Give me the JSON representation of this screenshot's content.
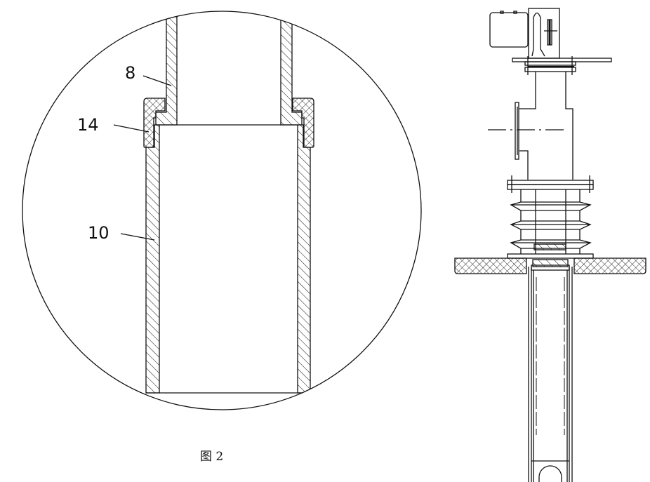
{
  "figure": {
    "caption": "图 2",
    "labels": {
      "part_8": "8",
      "part_14": "14",
      "part_10": "10"
    }
  }
}
